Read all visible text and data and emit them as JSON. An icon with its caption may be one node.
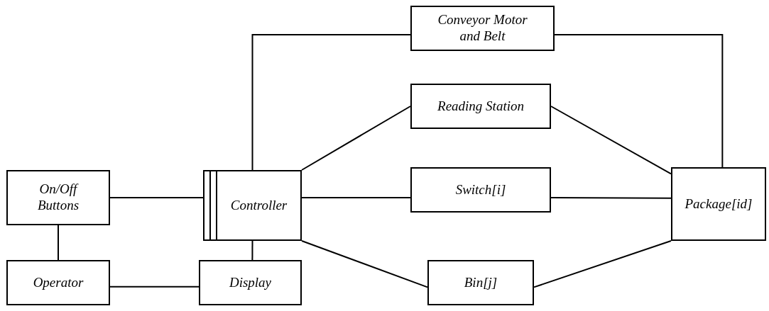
{
  "diagram": {
    "nodes": [
      {
        "text": [
          "Conveyor Motor and Belt"
        ]
      },
      {
        "text": [
          "Reading Station"
        ]
      },
      {
        "text": [
          "On/Off Buttons"
        ]
      },
      {
        "text": [
          "Controller"
        ]
      },
      {
        "text": [
          "Switch[i]"
        ]
      },
      {
        "text": [
          "Package[id]"
        ]
      },
      {
        "text": [
          "Operator"
        ]
      },
      {
        "text": [
          "Display"
        ]
      },
      {
        "text": [
          "Bin[j]"
        ]
      }
    ],
    "edges": [
      {
        "from": 2,
        "to": 3,
        "arrow": "none"
      },
      {
        "from": 2,
        "to": 6,
        "arrow": "none"
      },
      {
        "from": 6,
        "to": 7,
        "arrow": "none"
      },
      {
        "from": 3,
        "to": 7,
        "arrow": "none"
      },
      {
        "from": 3,
        "to": 0,
        "arrow": "none"
      },
      {
        "from": 3,
        "to": 1,
        "arrow": "none"
      },
      {
        "from": 3,
        "to": 4,
        "arrow": "none"
      },
      {
        "from": 3,
        "to": 8,
        "arrow": "none"
      },
      {
        "from": 1,
        "to": 5,
        "arrow": "none"
      },
      {
        "from": 4,
        "to": 5,
        "arrow": "none"
      },
      {
        "from": 8,
        "to": 5,
        "arrow": "none"
      },
      {
        "from": 0,
        "to": 5,
        "arrow": "none"
      }
    ]
  }
}
